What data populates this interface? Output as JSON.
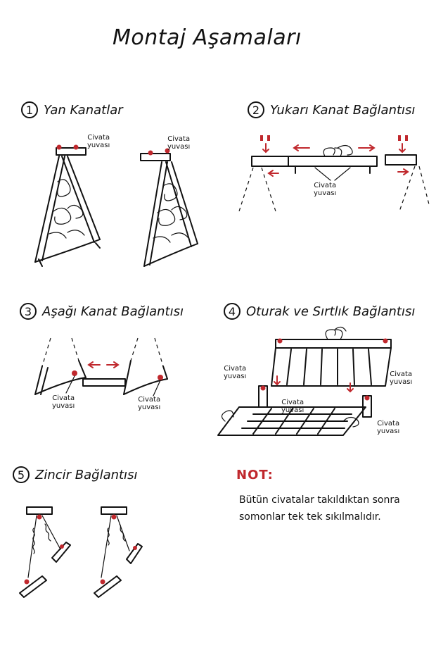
{
  "title": "Montaj Aşamaları",
  "steps": [
    {
      "number": "1",
      "label": "Yan Kanatlar"
    },
    {
      "number": "2",
      "label": "Yukarı Kanat Bağlantısı"
    },
    {
      "number": "3",
      "label": "Aşağı Kanat Bağlantısı"
    },
    {
      "number": "4",
      "label": "Oturak ve Sırtlık Bağlantısı"
    },
    {
      "number": "5",
      "label": "Zincir Bağlantısı"
    }
  ],
  "callout": {
    "line1": "Civata",
    "line2": "yuvası"
  },
  "note": {
    "heading": "NOT:",
    "text": "Bütün civatalar takıldıktan sonra somonlar tek tek sıkılmalıdır."
  },
  "colors": {
    "accent": "#c0282d",
    "ink": "#111111"
  }
}
